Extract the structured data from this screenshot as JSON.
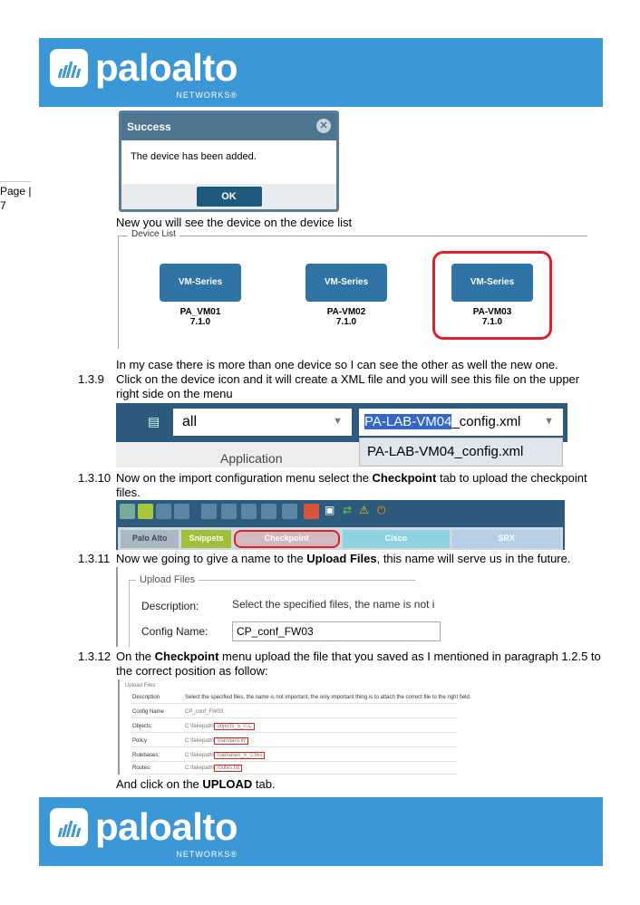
{
  "brand": {
    "name": "paloalto",
    "sub": "NETWORKS®"
  },
  "page_label": "Page |",
  "page_number": "7",
  "success_dialog": {
    "title": "Success",
    "message": "The device has been added.",
    "ok": "OK"
  },
  "text": {
    "device_list_intro": "New you will see the device on the device list",
    "more_devices": "In my case there is more than one device so I can see the other as well the new one.",
    "upload_click_pre": "And click on the ",
    "upload_click_bold": "UPLOAD",
    "upload_click_post": " tab."
  },
  "device_list": {
    "title": "Device List",
    "devices": [
      {
        "label": "VM-Series",
        "name": "PA_VM01",
        "version": "7.1.0"
      },
      {
        "label": "VM-Series",
        "name": "PA-VM02",
        "version": "7.1.0"
      },
      {
        "label": "VM-Series",
        "name": "PA-VM03",
        "version": "7.1.0"
      }
    ]
  },
  "steps": [
    {
      "num": "1.3.9",
      "text": "Click on the device icon and it will create a XML file and you will see this file on the upper right side on the menu"
    },
    {
      "num": "1.3.10",
      "pre": "Now on the import configuration menu select the ",
      "bold": "Checkpoint",
      "post": " tab to upload the checkpoint files."
    },
    {
      "num": "1.3.11",
      "pre": "Now we going to give a name to the ",
      "bold": "Upload Files",
      "post": ", this name will serve us in the future."
    },
    {
      "num": "1.3.12",
      "pre": "On the ",
      "bold": "Checkpoint",
      "post": " menu upload the file that you saved as I mentioned in paragraph 1.2.5 to the correct position as follow:"
    }
  ],
  "selector": {
    "filter": "all",
    "file_selected": "PA-LAB-VM04",
    "file_suffix": "_config.xml",
    "option": "PA-LAB-VM04_config.xml",
    "column": "Application"
  },
  "import_tabs": [
    "Palo Alto",
    "Snippets",
    "Checkpoint",
    "Cisco",
    "SRX"
  ],
  "upload_files": {
    "title": "Upload Files",
    "description_label": "Description:",
    "description": "Select the specified files, the name is not i",
    "config_label": "Config Name:",
    "config_value": "CP_conf_FW03"
  },
  "upload_table": {
    "title": "Upload Files",
    "description_label": "Description",
    "description": "Select the specified files, the name is not important, the only important thing is to attach the correct file to the right field.",
    "rows": [
      {
        "label": "Config Name",
        "path": "CP_conf_FW03",
        "file": ""
      },
      {
        "label": "Objects:",
        "path": "C:\\fakepath\\",
        "file": "objects_5_0.C"
      },
      {
        "label": "Policy",
        "path": "C:\\fakepath\\",
        "file": "Standard.W"
      },
      {
        "label": "Rulebases:",
        "path": "C:\\fakepath\\",
        "file": "rulebases_5_0.fws"
      },
      {
        "label": "Routes:",
        "path": "C:\\fakepath\\",
        "file": "routes.txt"
      }
    ]
  }
}
